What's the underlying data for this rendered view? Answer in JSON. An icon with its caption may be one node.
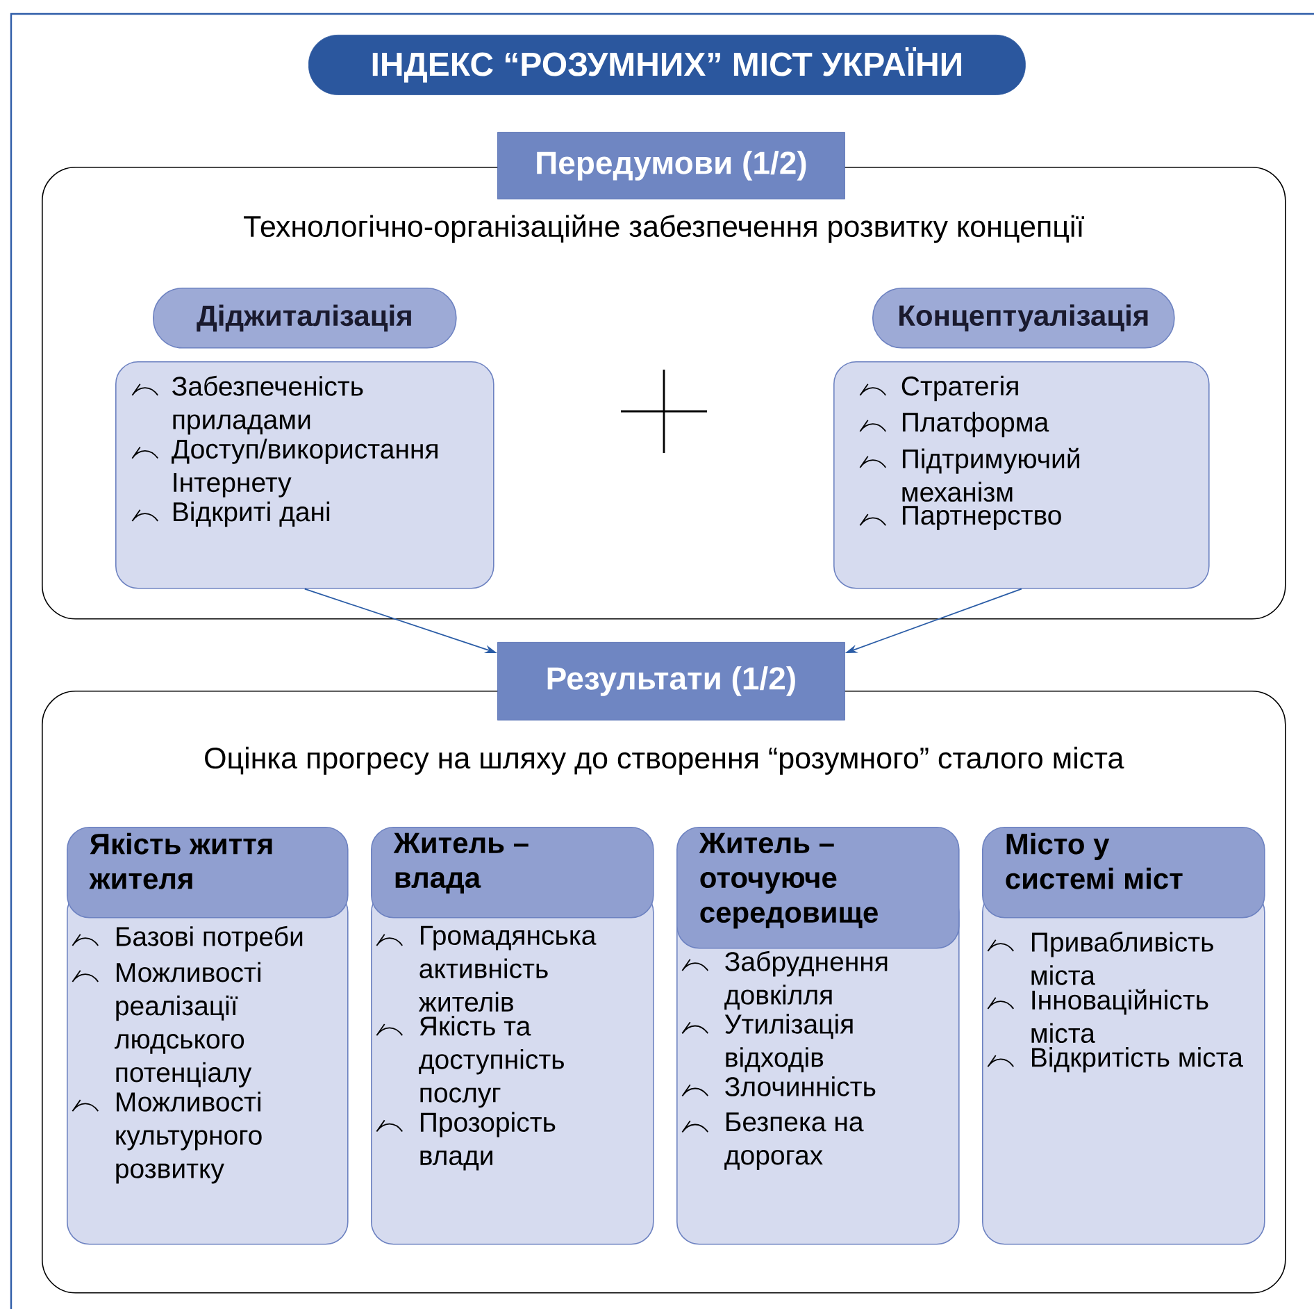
{
  "diagram": {
    "title": "ІНДЕКС “РОЗУМНИХ” МІСТ УКРАЇНИ",
    "nodes": [
      {
        "text": [
          "Передумови (1/2)"
        ]
      },
      {
        "text": [
          "Технологічно-організаційне забезпечення розвитку концепції"
        ]
      },
      {
        "text": [
          "Діджиталізація"
        ],
        "in": 1
      },
      {
        "text": [
          "Забезпеченість приладами",
          "Доступ/використання Інтернету",
          "Відкриті дані"
        ],
        "in": 1
      },
      {
        "text": [
          "Концептуалізація"
        ],
        "in": 1
      },
      {
        "text": [
          "Стратегія",
          "Платформа",
          "Підтримуючий механізм",
          "Партнерство"
        ],
        "in": 1
      },
      {
        "text": [
          "Результати (1/2)"
        ]
      },
      {
        "text": [
          "Оцінка прогресу на шляху до створення “розумного” сталого міста"
        ]
      },
      {
        "text": [
          "Якість життя жителя"
        ],
        "in": 7
      },
      {
        "text": [
          "Базові потреби",
          "Можливості реалізації людського потенціалу",
          "Можливості культурного розвитку"
        ],
        "in": 7
      },
      {
        "text": [
          "Житель – влада"
        ],
        "in": 7
      },
      {
        "text": [
          "Громадянська активність жителів",
          "Якість та доступність послуг",
          "Прозорість влади"
        ],
        "in": 7
      },
      {
        "text": [
          "Житель – оточуюче середовище"
        ],
        "in": 7
      },
      {
        "text": [
          "Забруднення довкілля",
          "Утилізація відходів",
          "Злочинність",
          "Безпека на дорогах"
        ],
        "in": 7
      },
      {
        "text": [
          "Місто у системі міст"
        ],
        "in": 7
      },
      {
        "text": [
          "Привабливість міста",
          "Інноваційність міста",
          "Відкритість міста"
        ],
        "in": 7
      }
    ],
    "edges": [
      {
        "from": 3,
        "to": 6,
        "arrow": "to"
      },
      {
        "from": 5,
        "to": 6,
        "arrow": "to"
      }
    ]
  }
}
